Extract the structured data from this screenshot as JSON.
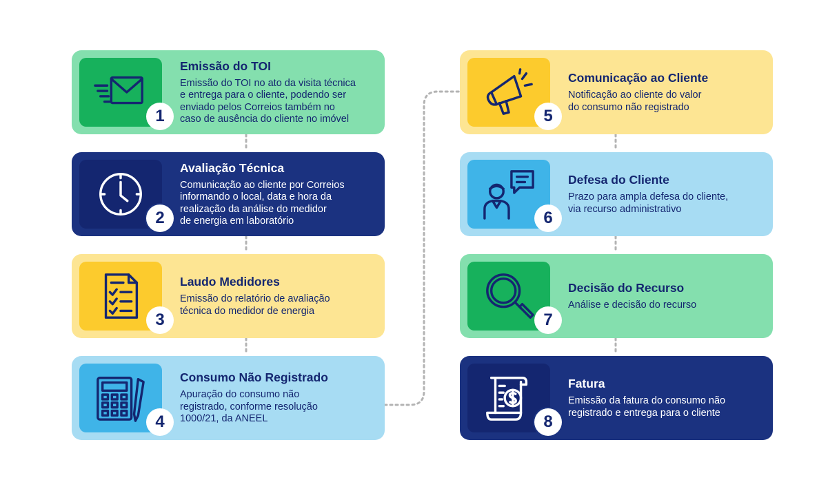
{
  "colors": {
    "green_card": "#84dfae",
    "green_icon": "#17b15c",
    "navy_card": "#1b3280",
    "navy_icon": "#142670",
    "yellow_card": "#fde593",
    "yellow_icon": "#fccb2d",
    "blue_card": "#a7dcf3",
    "blue_icon": "#3fb4e8",
    "text_dark": "#142670",
    "connector": "#b3b3b3"
  },
  "steps": [
    {
      "number": "1",
      "icon": "envelope-icon",
      "title": "Emissão do TOI",
      "description": "Emissão do TOI no ato da visita técnica\ne entrega para o cliente, podendo ser\nenviado pelos Correios também no\ncaso de ausência do cliente no imóvel"
    },
    {
      "number": "2",
      "icon": "clock-icon",
      "title": "Avaliação Técnica",
      "description": "Comunicação ao cliente por Correios\ninformando o local, data e hora da\nrealização da análise do medidor\nde energia em laboratório"
    },
    {
      "number": "3",
      "icon": "checklist-icon",
      "title": "Laudo Medidores",
      "description": "Emissão do relatório de avaliação\ntécnica do medidor de energia"
    },
    {
      "number": "4",
      "icon": "calculator-icon",
      "title": "Consumo Não Registrado",
      "description": "Apuração do consumo não\nregistrado, conforme resolução\n1000/21, da ANEEL"
    },
    {
      "number": "5",
      "icon": "megaphone-icon",
      "title": "Comunicação ao Cliente",
      "description": "Notificação ao cliente do valor\ndo consumo não registrado"
    },
    {
      "number": "6",
      "icon": "customer-chat-icon",
      "title": "Defesa do Cliente",
      "description": "Prazo para ampla defesa do cliente,\nvia recurso administrativo"
    },
    {
      "number": "7",
      "icon": "magnifier-icon",
      "title": "Decisão do Recurso",
      "description": "Análise e decisão do recurso"
    },
    {
      "number": "8",
      "icon": "invoice-icon",
      "title": "Fatura",
      "description": "Emissão da fatura do consumo não\nregistrado e entrega para o cliente"
    }
  ]
}
